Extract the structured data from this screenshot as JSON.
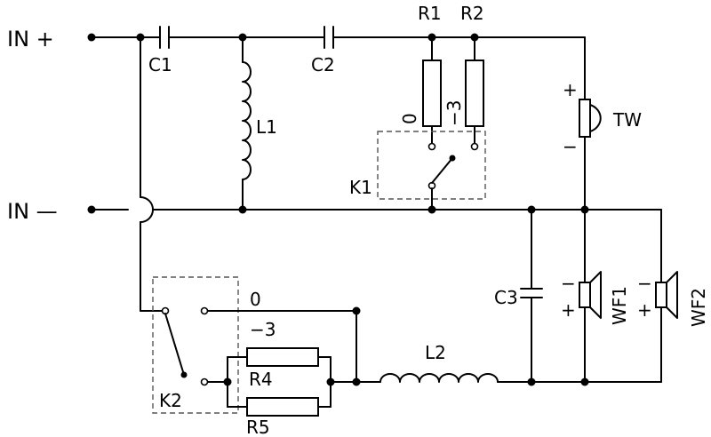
{
  "labels": {
    "in_plus": "IN +",
    "in_minus": "IN —",
    "c1": "C1",
    "c2": "C2",
    "c3": "C3",
    "l1": "L1",
    "l2": "L2",
    "r1": "R1",
    "r2": "R2",
    "r4": "R4",
    "r5": "R5",
    "k1": "K1",
    "k2": "K2",
    "tw": "TW",
    "wf1": "WF1",
    "wf2": "WF2",
    "k1_pos0": "0",
    "k1_pos3": "−3",
    "k2_pos0": "0",
    "k2_pos3": "−3",
    "tw_plus": "+",
    "tw_minus": "−",
    "wf1_minus": "−",
    "wf1_plus": "+",
    "wf2_minus": "−",
    "wf2_plus": "+"
  }
}
